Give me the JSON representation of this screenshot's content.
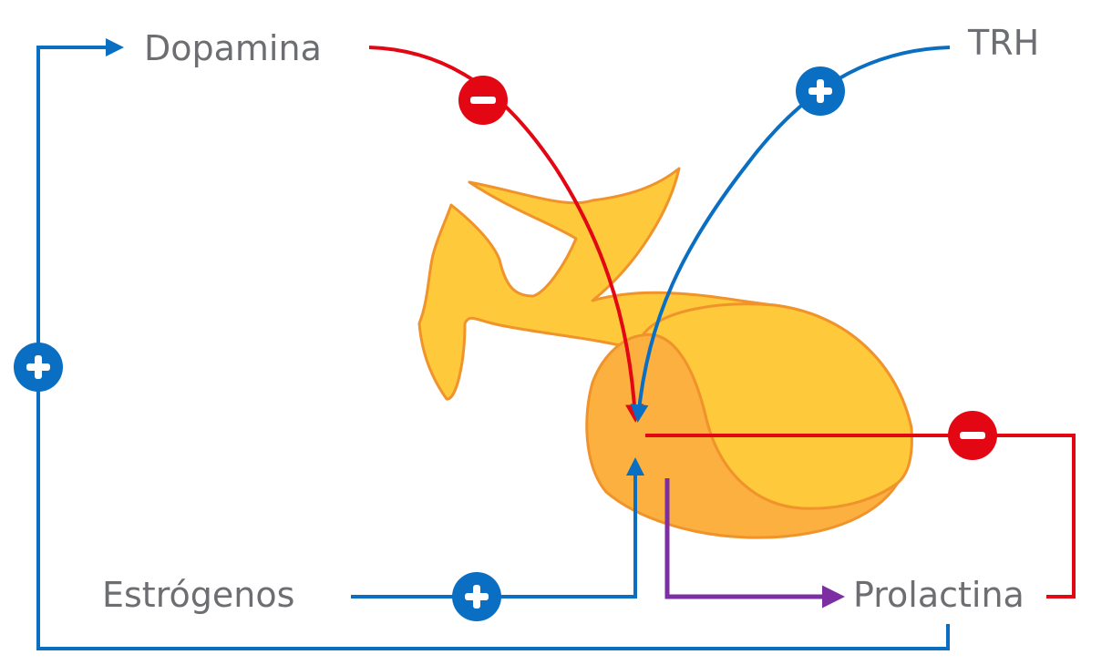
{
  "labels": {
    "dopamine": "Dopamina",
    "trh": "TRH",
    "estrogens": "Estrógenos",
    "prolactin": "Prolactina"
  },
  "colors": {
    "inhibition": "#e30613",
    "stimulation": "#0a6fc2",
    "secretion": "#7b2fa2",
    "gland_light": "#fec93a",
    "gland_dark": "#fbb040",
    "gland_outline": "#f0932b",
    "text": "#6d6e71"
  },
  "signals": {
    "inhibit": "minus-icon",
    "stimulate": "plus-icon"
  }
}
